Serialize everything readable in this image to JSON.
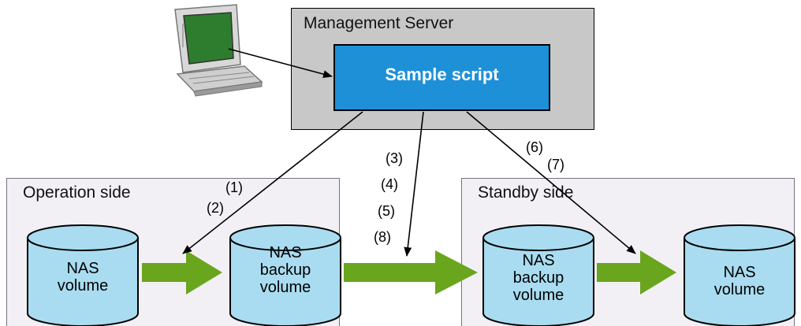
{
  "management": {
    "title": "Management Server",
    "script_label": "Sample script"
  },
  "operation": {
    "title": "Operation side",
    "volume": [
      "NAS",
      "volume"
    ],
    "backup": [
      "NAS",
      "backup",
      "volume"
    ]
  },
  "standby": {
    "title": "Standby side",
    "backup": [
      "NAS",
      "backup",
      "volume"
    ],
    "volume": [
      "NAS",
      "volume"
    ]
  },
  "steps": {
    "s1": "(1)",
    "s2": "(2)",
    "s3": "(3)",
    "s4": "(4)",
    "s5": "(5)",
    "s8": "(8)",
    "s6": "(6)",
    "s7": "(7)"
  },
  "colors": {
    "management_bg": "#c8c8c8",
    "script_bg": "#1e90d8",
    "panel_bg": "#f3f0f5",
    "cylinder_fill": "#a9dcf0",
    "flow_arrow": "#6aa51e"
  }
}
